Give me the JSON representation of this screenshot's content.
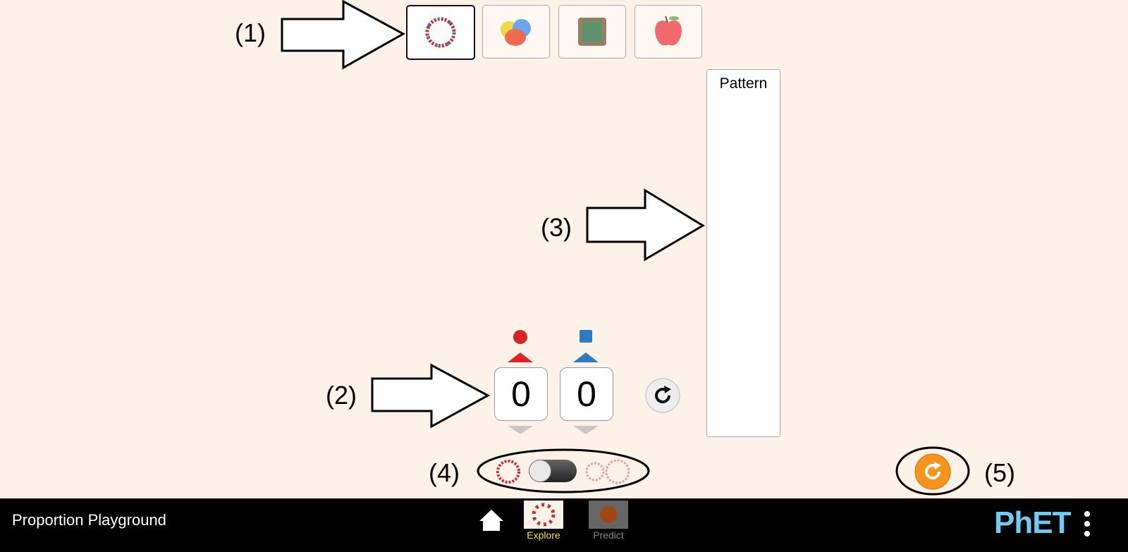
{
  "annotations": [
    "(1)",
    "(2)",
    "(3)",
    "(4)",
    "(5)"
  ],
  "scene_selector": [
    {
      "name": "necklace",
      "selected": true
    },
    {
      "name": "paint-balloons",
      "selected": false
    },
    {
      "name": "billiards-table",
      "selected": false
    },
    {
      "name": "apples",
      "selected": false
    }
  ],
  "pattern_panel": {
    "title": "Pattern"
  },
  "counters": {
    "red": 0,
    "blue": 0
  },
  "colors": {
    "red": "#d8232a",
    "blue": "#2b7bc0",
    "accent": "#f7941d"
  },
  "navbar": {
    "title": "Proportion Playground",
    "screens": [
      {
        "label": "Explore",
        "active": true
      },
      {
        "label": "Predict",
        "active": false
      }
    ],
    "logo": "PhET"
  }
}
